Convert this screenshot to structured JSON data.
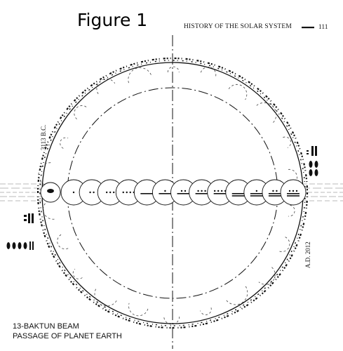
{
  "figure_label": "Figure 1",
  "running_head": "HISTORY OF THE SOLAR SYSTEM",
  "page_number": "111",
  "caption": {
    "line1": "13-BAKTUN BEAM",
    "line2": "PASSAGE OF PLANET EARTH"
  },
  "start_label": "3113 B.C.",
  "end_label": "A.D. 2012",
  "baktun_count": 13,
  "baktun_numerals": [
    "1",
    "2",
    "3",
    "4",
    "5",
    "6",
    "7",
    "8",
    "9",
    "10",
    "11",
    "12",
    "13"
  ],
  "colors": {
    "ink": "#111111",
    "paper": "#ffffff"
  }
}
